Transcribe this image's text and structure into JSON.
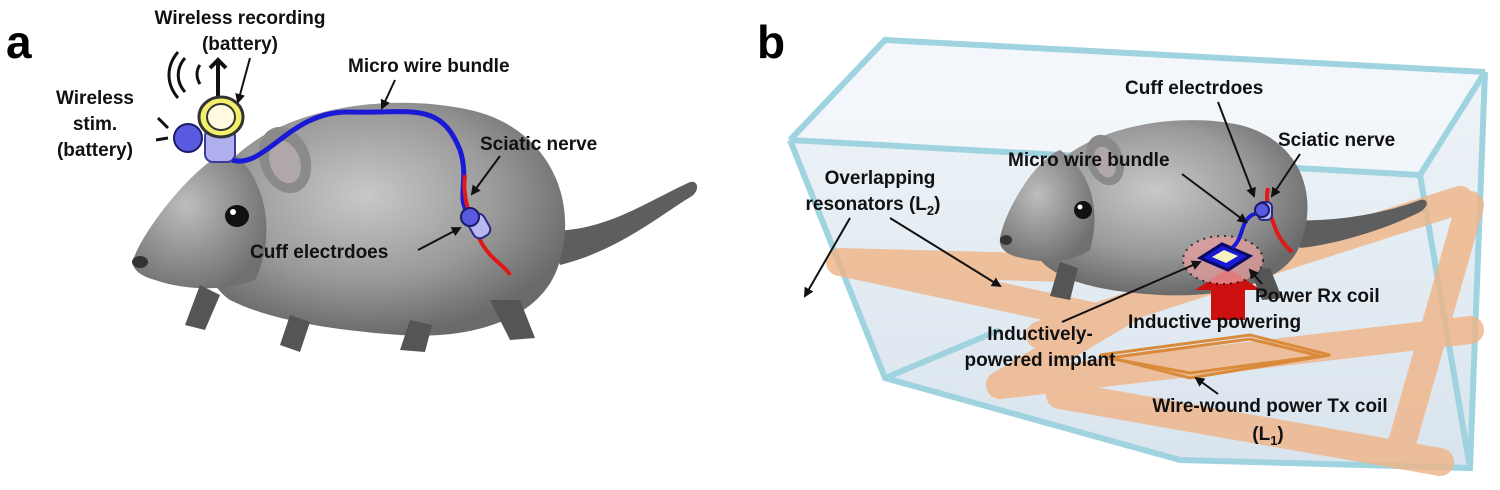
{
  "panel_a": {
    "letter": "a",
    "labels": {
      "wireless_recording_1": "Wireless recording",
      "wireless_recording_2": "(battery)",
      "wireless_stim_1": "Wireless",
      "wireless_stim_2": "stim.",
      "wireless_stim_3": "(battery)",
      "micro_wire_bundle": "Micro wire bundle",
      "sciatic_nerve": "Sciatic nerve",
      "cuff_electrodes": "Cuff electrdoes"
    }
  },
  "panel_b": {
    "letter": "b",
    "labels": {
      "cuff_electrodes": "Cuff electrdoes",
      "sciatic_nerve": "Sciatic nerve",
      "micro_wire_bundle": "Micro wire bundle",
      "overlapping_resonators_1": "Overlapping",
      "overlapping_resonators_2": "resonators (L",
      "overlapping_resonators_sub": "2",
      "overlapping_resonators_3": ")",
      "power_rx_coil": "Power Rx coil",
      "inductive_powering": "Inductive powering",
      "inductively_powered_1": "Inductively-",
      "inductively_powered_2": "powered implant",
      "tx_coil_1": "Wire-wound power Tx coil",
      "tx_coil_2": "(L",
      "tx_coil_sub": "1",
      "tx_coil_3": ")"
    }
  },
  "colors": {
    "wire": "#1a1ad6",
    "nerve": "#e01818",
    "cuff": "#5555dd",
    "resonator": "#f0b486",
    "cage_edge": "#9fd3e0",
    "arrow_red": "#cc1010",
    "tx_coil": "#d98a3a"
  }
}
